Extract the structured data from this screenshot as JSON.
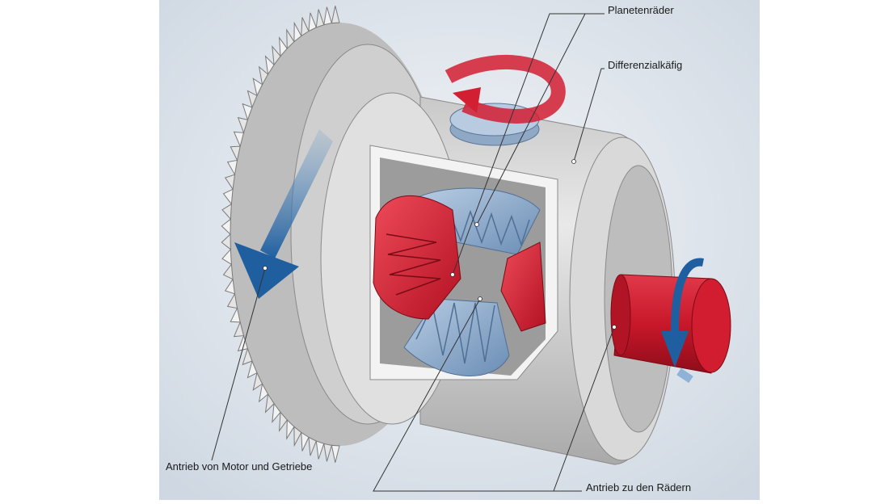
{
  "labels": {
    "planetary_gears": "Planetenräder",
    "differential_cage": "Differenzialkäfig",
    "drive_motor": "Antrieb von Motor und Getriebe",
    "drive_wheels": "Antrieb zu den Rädern"
  },
  "colors": {
    "background": "#dfe5ec",
    "housing": "#d7d7d7",
    "gear_blue": "#7f9fc2",
    "gear_red": "#d21f31",
    "arrow_blue": "#1f5fa0",
    "arrow_red": "#d21f31"
  }
}
